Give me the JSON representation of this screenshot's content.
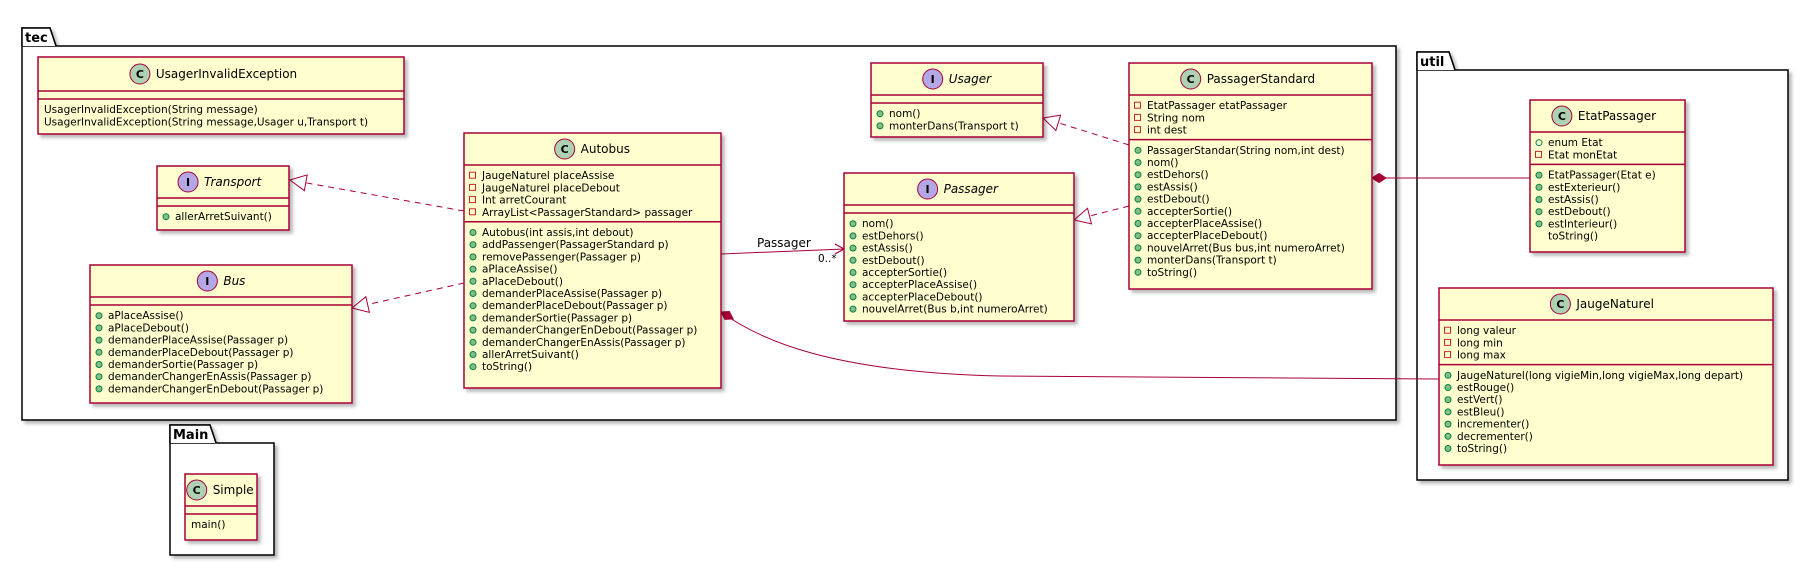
{
  "packages": [
    {
      "id": "tec",
      "name": "tec"
    },
    {
      "id": "util",
      "name": "util"
    },
    {
      "id": "main",
      "name": "Main"
    }
  ],
  "classes": [
    {
      "id": "usagerinvalidexception",
      "kind": "class",
      "stereotype": "C",
      "name": "UsagerInvalidException",
      "italic": false,
      "fields": [],
      "methods": [
        "UsagerInvalidException(String message)",
        "UsagerInvalidException(String message,Usager u,Transport t)"
      ]
    },
    {
      "id": "transport",
      "kind": "interface",
      "stereotype": "I",
      "name": "Transport",
      "italic": true,
      "fields": [],
      "methods": [
        "allerArretSuivant()"
      ]
    },
    {
      "id": "bus",
      "kind": "interface",
      "stereotype": "I",
      "name": "Bus",
      "italic": true,
      "fields": [],
      "methods": [
        "aPlaceAssise()",
        "aPlaceDebout()",
        "demanderPlaceAssise(Passager p)",
        "demanderPlaceDebout(Passager p)",
        "demanderSortie(Passager p)",
        "demanderChangerEnAssis(Passager p)",
        "demanderChangerEnDebout(Passager p)"
      ]
    },
    {
      "id": "autobus",
      "kind": "class",
      "stereotype": "C",
      "name": "Autobus",
      "italic": false,
      "fields": [
        "JaugeNaturel placeAssise",
        "JaugeNaturel placeDebout",
        "Int arretCourant",
        "ArrayList<PassagerStandard> passager"
      ],
      "methods": [
        "Autobus(int assis,int debout)",
        "addPassenger(PassagerStandard p)",
        "removePassenger(Passager p)",
        "aPlaceAssise()",
        "aPlaceDebout()",
        "demanderPlaceAssise(Passager p)",
        "demanderPlaceDebout(Passager p)",
        "demanderSortie(Passager p)",
        "demanderChangerEnDebout(Passager p)",
        "demanderChangerEnAssis(Passager p)",
        "allerArretSuivant()",
        "toString()"
      ]
    },
    {
      "id": "usager",
      "kind": "interface",
      "stereotype": "I",
      "name": "Usager",
      "italic": true,
      "fields": [],
      "methods": [
        "nom()",
        "monterDans(Transport t)"
      ]
    },
    {
      "id": "passager",
      "kind": "interface",
      "stereotype": "I",
      "name": "Passager",
      "italic": true,
      "fields": [],
      "methods": [
        "nom()",
        "estDehors()",
        "estAssis()",
        "estDebout()",
        "accepterSortie()",
        "accepterPlaceAssise()",
        "accepterPlaceDebout()",
        "nouvelArret(Bus b,int numeroArret)"
      ]
    },
    {
      "id": "passagerstandard",
      "kind": "class",
      "stereotype": "C",
      "name": "PassagerStandard",
      "italic": false,
      "fields": [
        "EtatPassager etatPassager",
        "String nom",
        "int dest"
      ],
      "methods": [
        "PassagerStandar(String nom,int dest)",
        "nom()",
        "estDehors()",
        "estAssis()",
        "estDebout()",
        "accepterSortie()",
        "accepterPlaceAssise()",
        "accepterPlaceDebout()",
        "nouvelArret(Bus bus,int numeroArret)",
        "monterDans(Transport t)",
        "toString()"
      ]
    },
    {
      "id": "etatpassager",
      "kind": "class",
      "stereotype": "C",
      "name": "EtatPassager",
      "italic": false,
      "fields": [
        "enum Etat",
        "Etat monEtat"
      ],
      "methods": [
        "EtatPassager(Etat e)",
        "estExterieur()",
        "estAssis()",
        "estDebout()",
        "estInterieur()",
        "toString()"
      ]
    },
    {
      "id": "jaugenaturel",
      "kind": "class",
      "stereotype": "C",
      "name": "JaugeNaturel",
      "italic": false,
      "fields": [
        "long valeur",
        "long min",
        "long max"
      ],
      "methods": [
        "JaugeNaturel(long vigieMin,long vigieMax,long depart)",
        "estRouge()",
        "estVert()",
        "estBleu()",
        "incrementer()",
        "decrementer()",
        "toString()"
      ]
    },
    {
      "id": "simple",
      "kind": "class",
      "stereotype": "C",
      "name": "Simple",
      "italic": false,
      "fields": [],
      "methods": [
        "main()"
      ]
    }
  ],
  "relations": [
    {
      "id": "autobus-transport",
      "from": "autobus",
      "to": "transport",
      "type": "realization"
    },
    {
      "id": "autobus-bus",
      "from": "autobus",
      "to": "bus",
      "type": "realization"
    },
    {
      "id": "passagerstandard-usager",
      "from": "passagerstandard",
      "to": "usager",
      "type": "realization"
    },
    {
      "id": "passagerstandard-passager",
      "from": "passagerstandard",
      "to": "passager",
      "type": "realization"
    },
    {
      "id": "autobus-passager",
      "from": "autobus",
      "to": "passager",
      "type": "association",
      "label": "Passager",
      "multiplicity": "0..*"
    },
    {
      "id": "passagerstandard-etatpassager",
      "from": "passagerstandard",
      "to": "etatpassager",
      "type": "composition"
    },
    {
      "id": "autobus-jaugenaturel",
      "from": "autobus",
      "to": "jaugenaturel",
      "type": "composition"
    }
  ],
  "colors": {
    "class_fill": "#FEFECE",
    "class_border": "#A80036",
    "line": "#A80036",
    "class_badge": "#ADD1B2",
    "interface_badge": "#B4A7E5",
    "package_fill": "#FFFFFF",
    "package_border": "#000000"
  }
}
